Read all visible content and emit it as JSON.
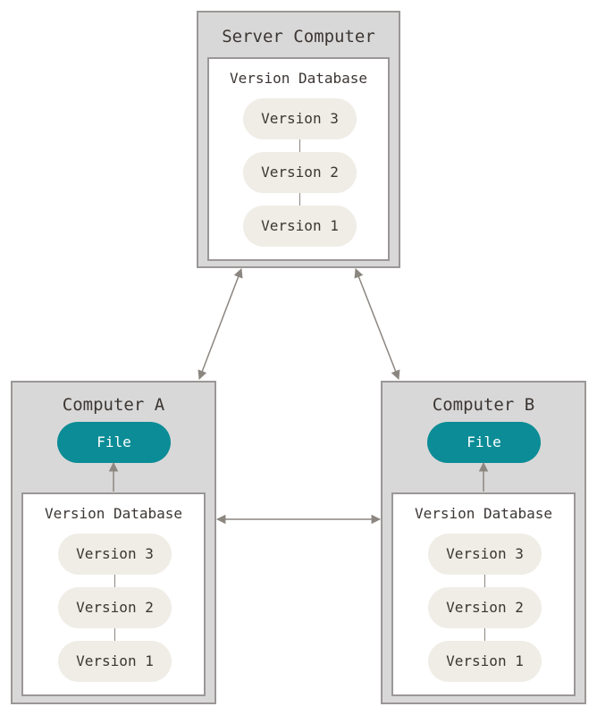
{
  "colors": {
    "panel": "#d9d8d8",
    "panel_border": "#9a9796",
    "database": "#ffffff",
    "version_pill": "#efede6",
    "file_pill": "#0b8c96",
    "arrow": "#8c8680",
    "text": "#3b3633"
  },
  "server": {
    "title": "Server Computer",
    "database": {
      "title": "Version Database",
      "versions": [
        "Version 3",
        "Version 2",
        "Version 1"
      ]
    }
  },
  "computer_a": {
    "title": "Computer A",
    "file": "File",
    "database": {
      "title": "Version Database",
      "versions": [
        "Version 3",
        "Version 2",
        "Version 1"
      ]
    }
  },
  "computer_b": {
    "title": "Computer B",
    "file": "File",
    "database": {
      "title": "Version Database",
      "versions": [
        "Version 3",
        "Version 2",
        "Version 1"
      ]
    }
  },
  "connections": [
    {
      "from": "server",
      "to": "computer_a",
      "direction": "both"
    },
    {
      "from": "server",
      "to": "computer_b",
      "direction": "both"
    },
    {
      "from": "computer_a",
      "to": "computer_b",
      "direction": "both"
    },
    {
      "from": "computer_a.database",
      "to": "computer_a.file",
      "direction": "one-way"
    },
    {
      "from": "computer_b.database",
      "to": "computer_b.file",
      "direction": "one-way"
    }
  ]
}
